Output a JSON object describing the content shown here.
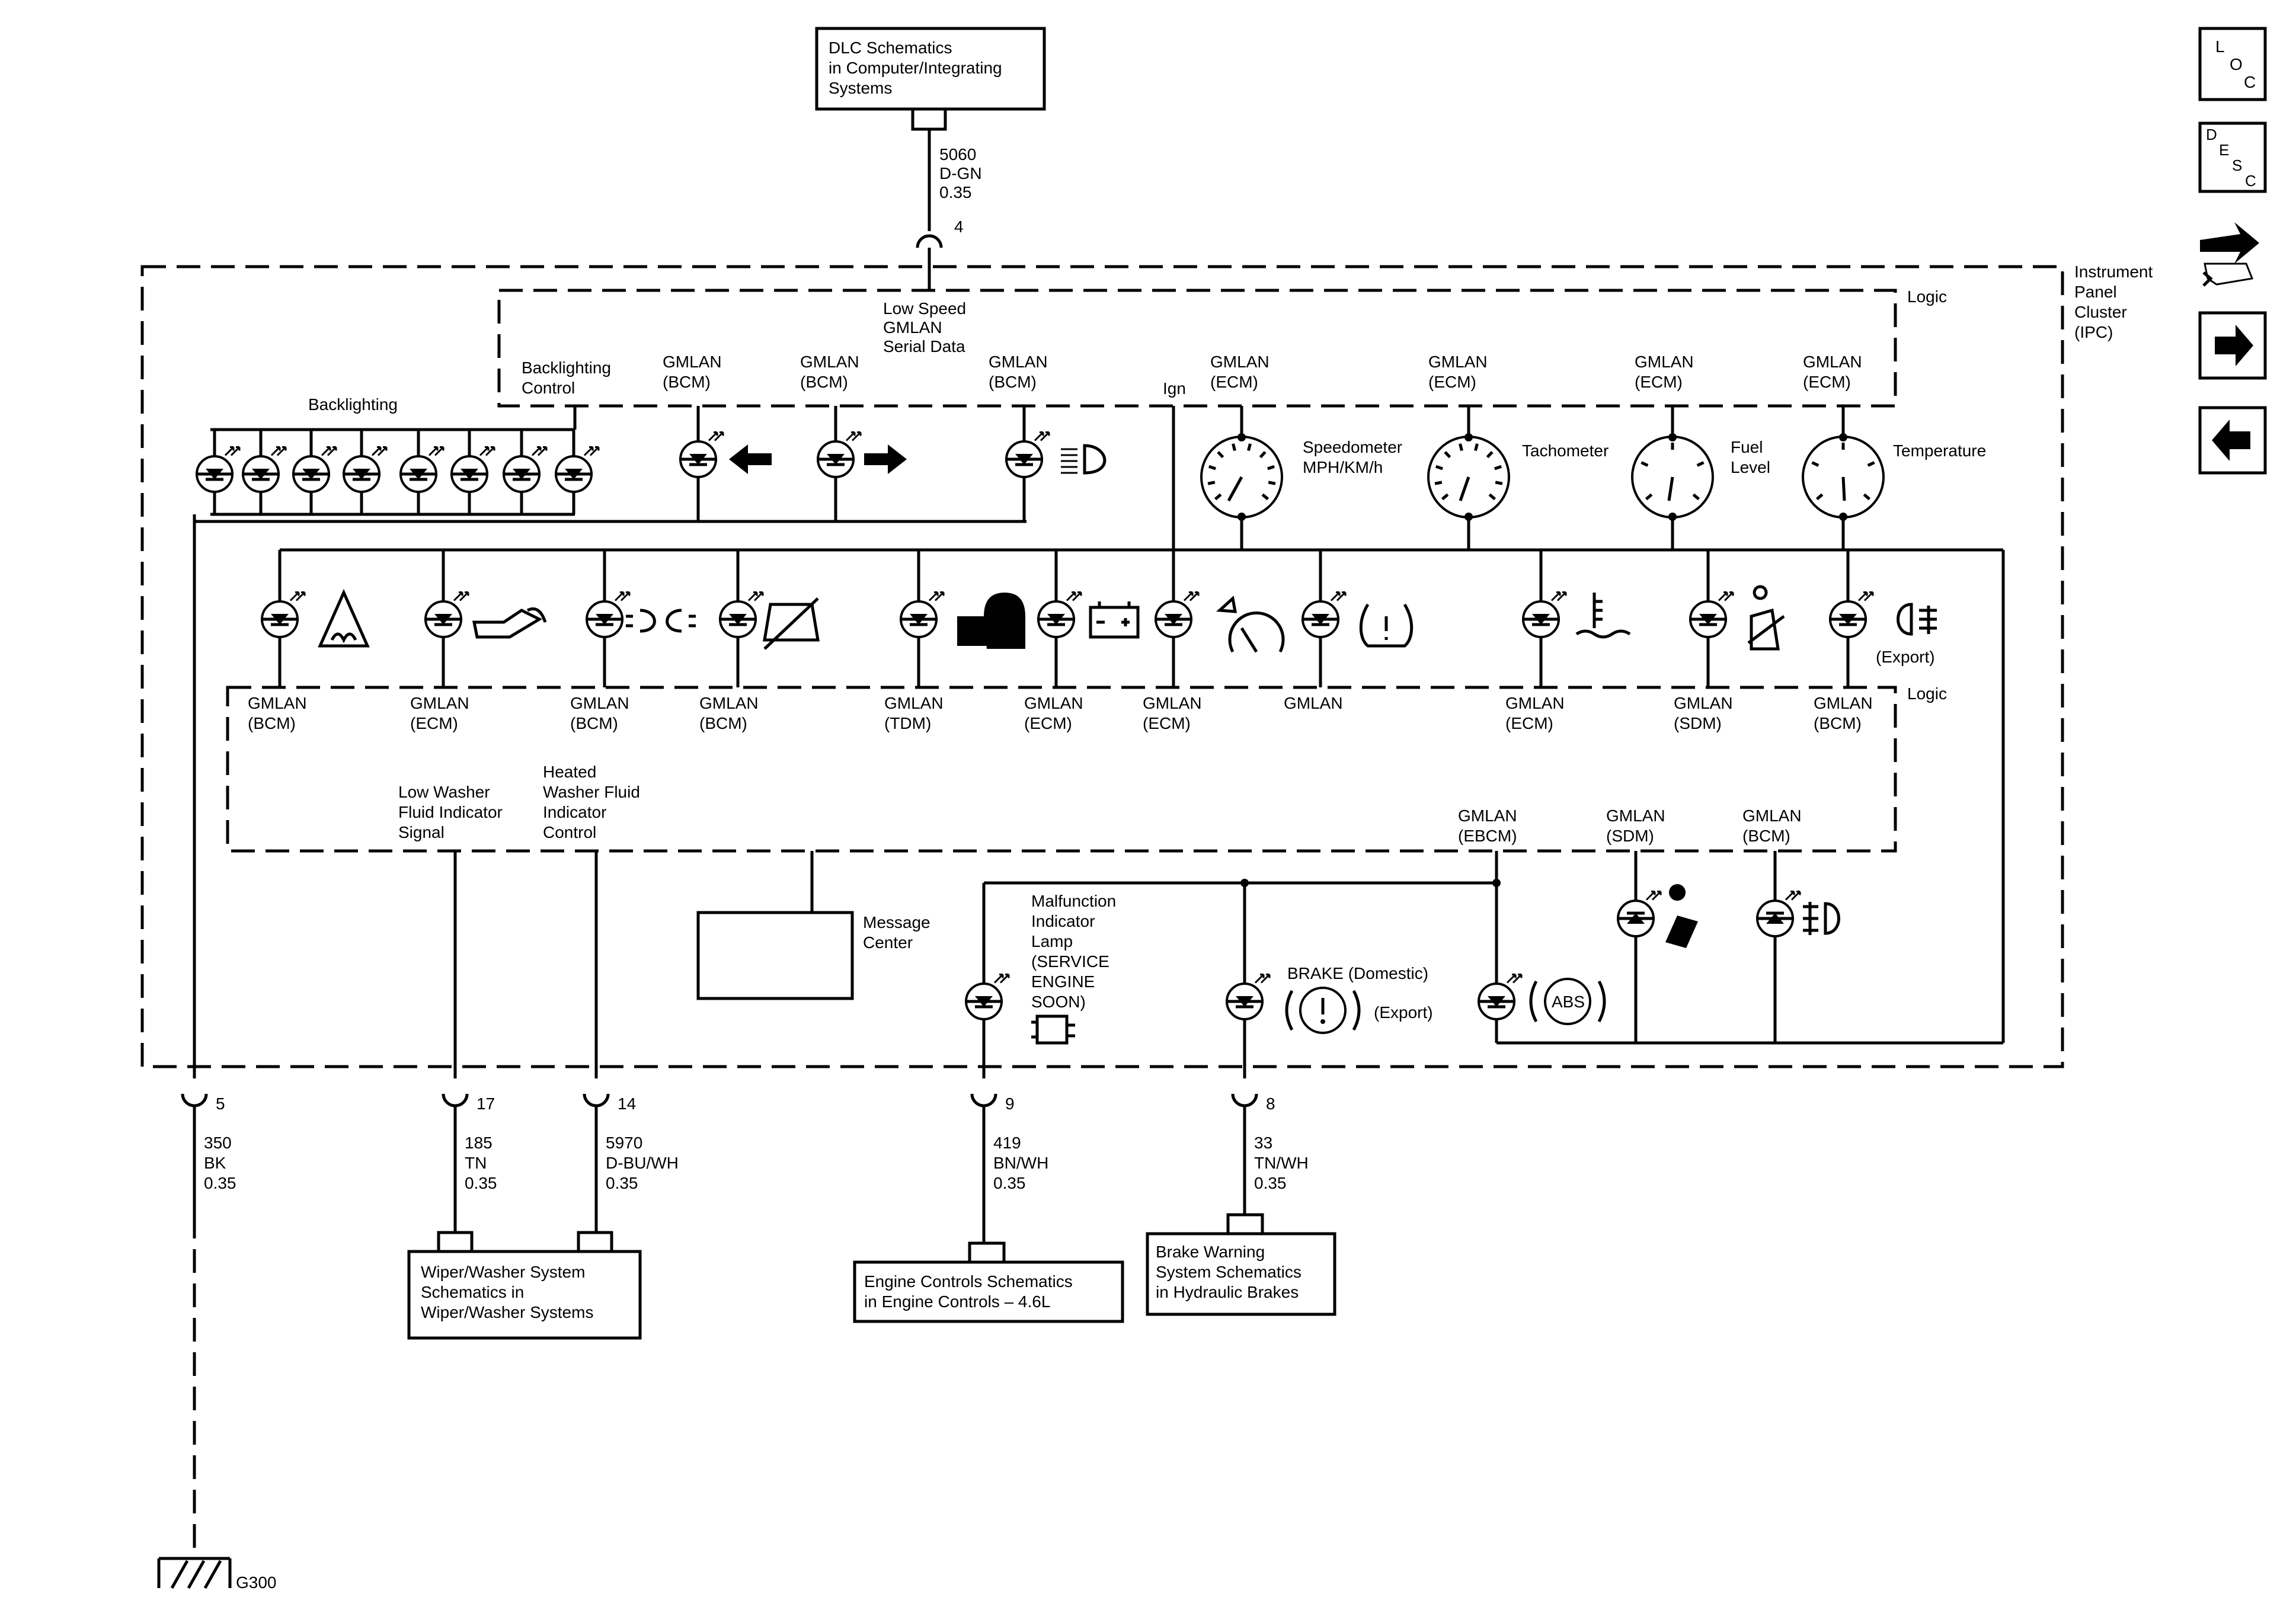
{
  "ref_boxes": {
    "dlc": [
      "DLC Schematics",
      "in Computer/Integrating",
      "Systems"
    ],
    "wiper": [
      "Wiper/Washer System",
      "Schematics in",
      "Wiper/Washer Systems"
    ],
    "engine": [
      "Engine Controls Schematics",
      "in Engine Controls – 4.6L"
    ],
    "brake": [
      "Brake Warning",
      "System Schematics",
      "in Hydraulic Brakes"
    ],
    "message_center": [
      "Message",
      "Center"
    ]
  },
  "ipc_label": [
    "Instrument",
    "Panel",
    "Cluster",
    "(IPC)"
  ],
  "logic_label": "Logic",
  "ground_label": "G300",
  "top_circuit": {
    "pin": "4",
    "circuit": "5060",
    "color": "D-GN",
    "size": "0.35"
  },
  "bottom_circuits": [
    {
      "key": "gnd",
      "pin": "5",
      "circuit": "350",
      "color": "BK",
      "size": "0.35"
    },
    {
      "key": "lowwash",
      "pin": "17",
      "circuit": "185",
      "color": "TN",
      "size": "0.35"
    },
    {
      "key": "heatwash",
      "pin": "14",
      "circuit": "5970",
      "color": "D-BU/WH",
      "size": "0.35"
    },
    {
      "key": "mil",
      "pin": "9",
      "circuit": "419",
      "color": "BN/WH",
      "size": "0.35"
    },
    {
      "key": "brake",
      "pin": "8",
      "circuit": "33",
      "color": "TN/WH",
      "size": "0.35"
    }
  ],
  "labels": {
    "low_speed": [
      "Low Speed",
      "GMLAN",
      "Serial Data"
    ],
    "backlighting": "Backlighting",
    "backlighting_control": [
      "Backlighting",
      "Control"
    ],
    "ign": "Ign",
    "speedometer": [
      "Speedometer",
      "MPH/KM/h"
    ],
    "tachometer": "Tachometer",
    "fuel_level": [
      "Fuel",
      "Level"
    ],
    "temperature": "Temperature",
    "export": "(Export)",
    "low_washer": [
      "Low Washer",
      "Fluid Indicator",
      "Signal"
    ],
    "heated_washer": [
      "Heated",
      "Washer Fluid",
      "Indicator",
      "Control"
    ],
    "mil": [
      "Malfunction",
      "Indicator",
      "Lamp",
      "(SERVICE",
      "ENGINE",
      "SOON)"
    ],
    "brake_domestic": "BRAKE (Domestic)",
    "brake_export": "(Export)",
    "abs": "ABS"
  },
  "top_gmlan": [
    [
      "GMLAN",
      "(BCM)"
    ],
    [
      "GMLAN",
      "(BCM)"
    ],
    [
      "GMLAN",
      "(BCM)"
    ],
    [
      "GMLAN",
      "(ECM)"
    ],
    [
      "GMLAN",
      "(ECM)"
    ],
    [
      "GMLAN",
      "(ECM)"
    ],
    [
      "GMLAN",
      "(ECM)"
    ]
  ],
  "mid_gmlan": [
    [
      "GMLAN",
      "(BCM)"
    ],
    [
      "GMLAN",
      "(ECM)"
    ],
    [
      "GMLAN",
      "(BCM)"
    ],
    [
      "GMLAN",
      "(BCM)"
    ],
    [
      "GMLAN",
      "(TDM)"
    ],
    [
      "GMLAN",
      "(ECM)"
    ],
    [
      "GMLAN",
      "(ECM)"
    ],
    [
      "GMLAN"
    ],
    [
      "GMLAN",
      "(ECM)"
    ],
    [
      "GMLAN",
      "(SDM)"
    ],
    [
      "GMLAN",
      "(BCM)"
    ]
  ],
  "low_gmlan": [
    [
      "GMLAN",
      "(EBCM)"
    ],
    [
      "GMLAN",
      "(SDM)"
    ],
    [
      "GMLAN",
      "(BCM)"
    ]
  ],
  "nav": {
    "loc": [
      "L",
      "O",
      "C"
    ],
    "desc": [
      "D",
      "E",
      "S",
      "C"
    ],
    "icons": [
      "connector-view-icon",
      "next-arrow-icon",
      "previous-arrow-icon"
    ]
  }
}
